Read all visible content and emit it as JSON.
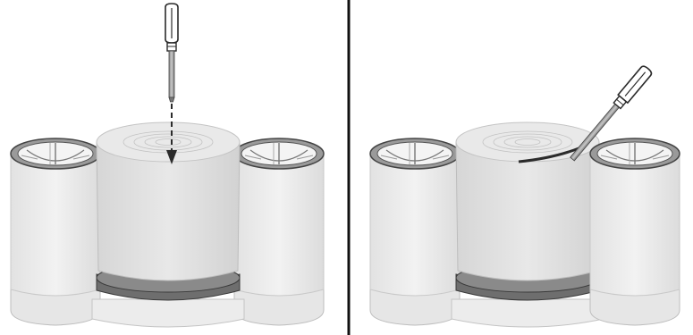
{
  "figure": {
    "panels": [
      {
        "id": "step-1",
        "tool_icon": "screwdriver-icon",
        "action": "insert-vertically",
        "indicator_icon": "dashed-arrow-down-icon"
      },
      {
        "id": "step-2",
        "tool_icon": "screwdriver-icon",
        "action": "pry-lid-at-angle"
      }
    ],
    "colors": {
      "background": "#ffffff",
      "outline": "#2b2b2b",
      "divider": "#111111",
      "body_light": "#efefef",
      "body_mid": "#dedede",
      "band_dark": "#6f6f6f",
      "rim_dark": "#8a8a8a",
      "handle_fill": "#ffffff"
    }
  }
}
